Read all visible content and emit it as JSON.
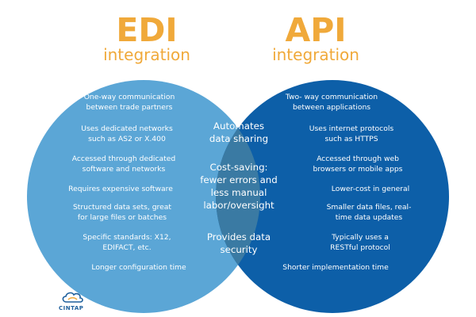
{
  "edi": {
    "title": "EDI",
    "subtitle": "integration",
    "items": [
      "One-way communication\nbetween trade partners",
      "Uses dedicated networks\nsuch as AS2 or X.400",
      "Accessed through dedicated\nsoftware and networks",
      "Requires expensive software",
      "Structured data sets, great\nfor large files or batches",
      "Specific standards: X12,\nEDIFACT, etc.",
      "Longer configuration time"
    ]
  },
  "api": {
    "title": "API",
    "subtitle": "integration",
    "items": [
      "Two- way communication\nbetween applications",
      "Uses internet protocols\nsuch as HTTPS",
      "Accessed through web\nbrowsers or mobile apps",
      "Lower-cost in general",
      "Smaller data files, real-\ntime data updates",
      "Typically uses a\nRESTful protocol",
      "Shorter implementation time"
    ]
  },
  "shared": {
    "items": [
      "Automates\ndata sharing",
      "Cost-saving:\nfewer errors and\nless manual\nlabor/oversight",
      "Provides data\nsecurity"
    ]
  },
  "logo": {
    "text": "CINTAP"
  },
  "colors": {
    "edi_circle": "#5ba6d6",
    "api_circle": "#0d5fa8",
    "overlap": "#34779f",
    "title": "#f0a93a"
  }
}
